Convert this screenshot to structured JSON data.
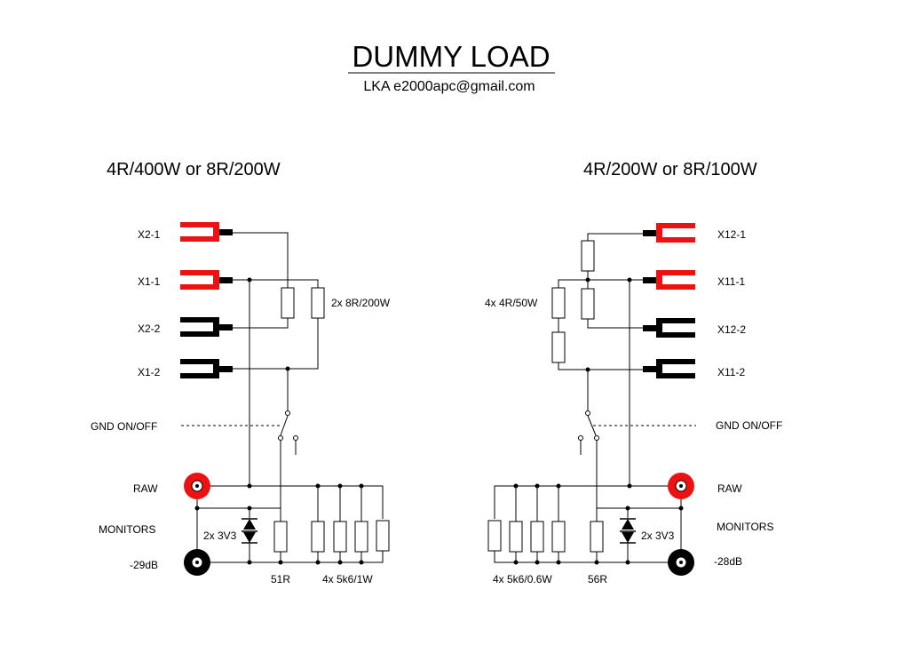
{
  "title": "DUMMY LOAD",
  "author": "LKA e2000apc@gmail.com",
  "colors": {
    "terminal_red": "#ee1111",
    "terminal_black": "#000000",
    "wire": "#000000"
  },
  "left": {
    "heading": "4R/400W or 8R/200W",
    "terminals": [
      "X2-1",
      "X1-1",
      "X2-2",
      "X1-2"
    ],
    "load_label": "2x 8R/200W",
    "gnd_label": "GND ON/OFF",
    "raw_label": "RAW",
    "monitors_label": "MONITORS",
    "level_label": "-29dB",
    "diode_label": "2x 3V3",
    "series_res_label": "51R",
    "shunt_res_label": "4x 5k6/1W"
  },
  "right": {
    "heading": "4R/200W or 8R/100W",
    "terminals": [
      "X12-1",
      "X11-1",
      "X12-2",
      "X11-2"
    ],
    "load_label": "4x 4R/50W",
    "gnd_label": "GND ON/OFF",
    "raw_label": "RAW",
    "monitors_label": "MONITORS",
    "level_label": "-28dB",
    "diode_label": "2x 3V3",
    "series_res_label": "56R",
    "shunt_res_label": "4x 5k6/0.6W"
  }
}
